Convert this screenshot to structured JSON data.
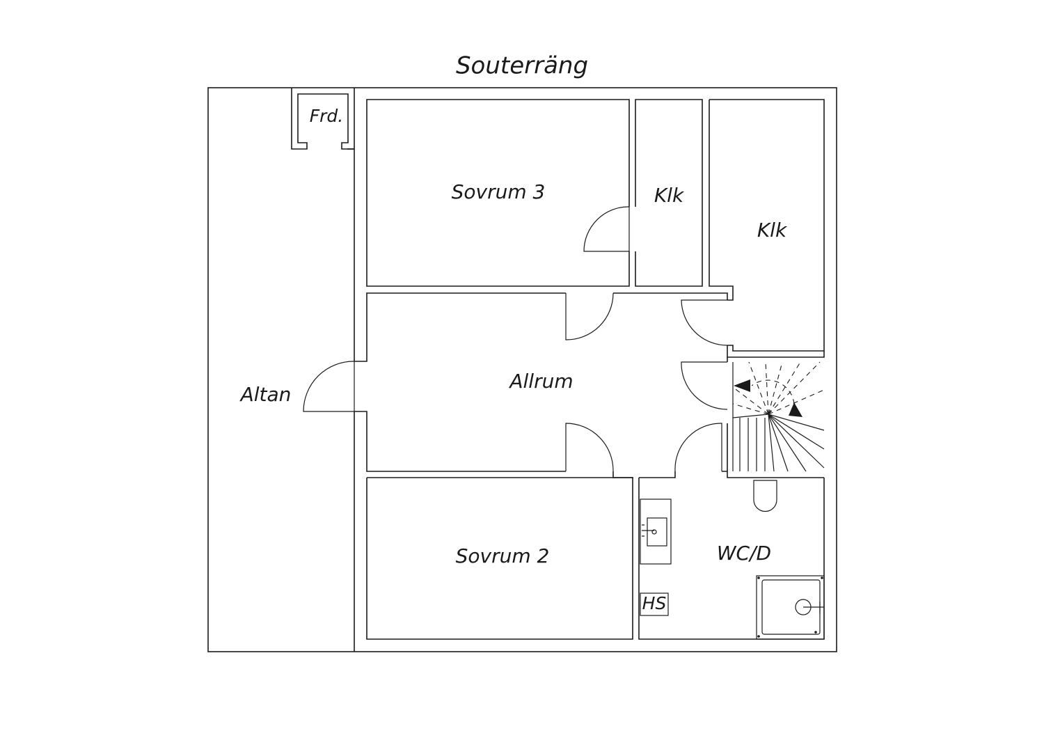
{
  "plan": {
    "title": "Souterräng",
    "rooms": {
      "frd": "Frd.",
      "sovrum3": "Sovrum 3",
      "klk1": "Klk",
      "klk2": "Klk",
      "altan": "Altan",
      "allrum": "Allrum",
      "sovrum2": "Sovrum 2",
      "wcd": "WC/D",
      "hs": "HS"
    }
  }
}
